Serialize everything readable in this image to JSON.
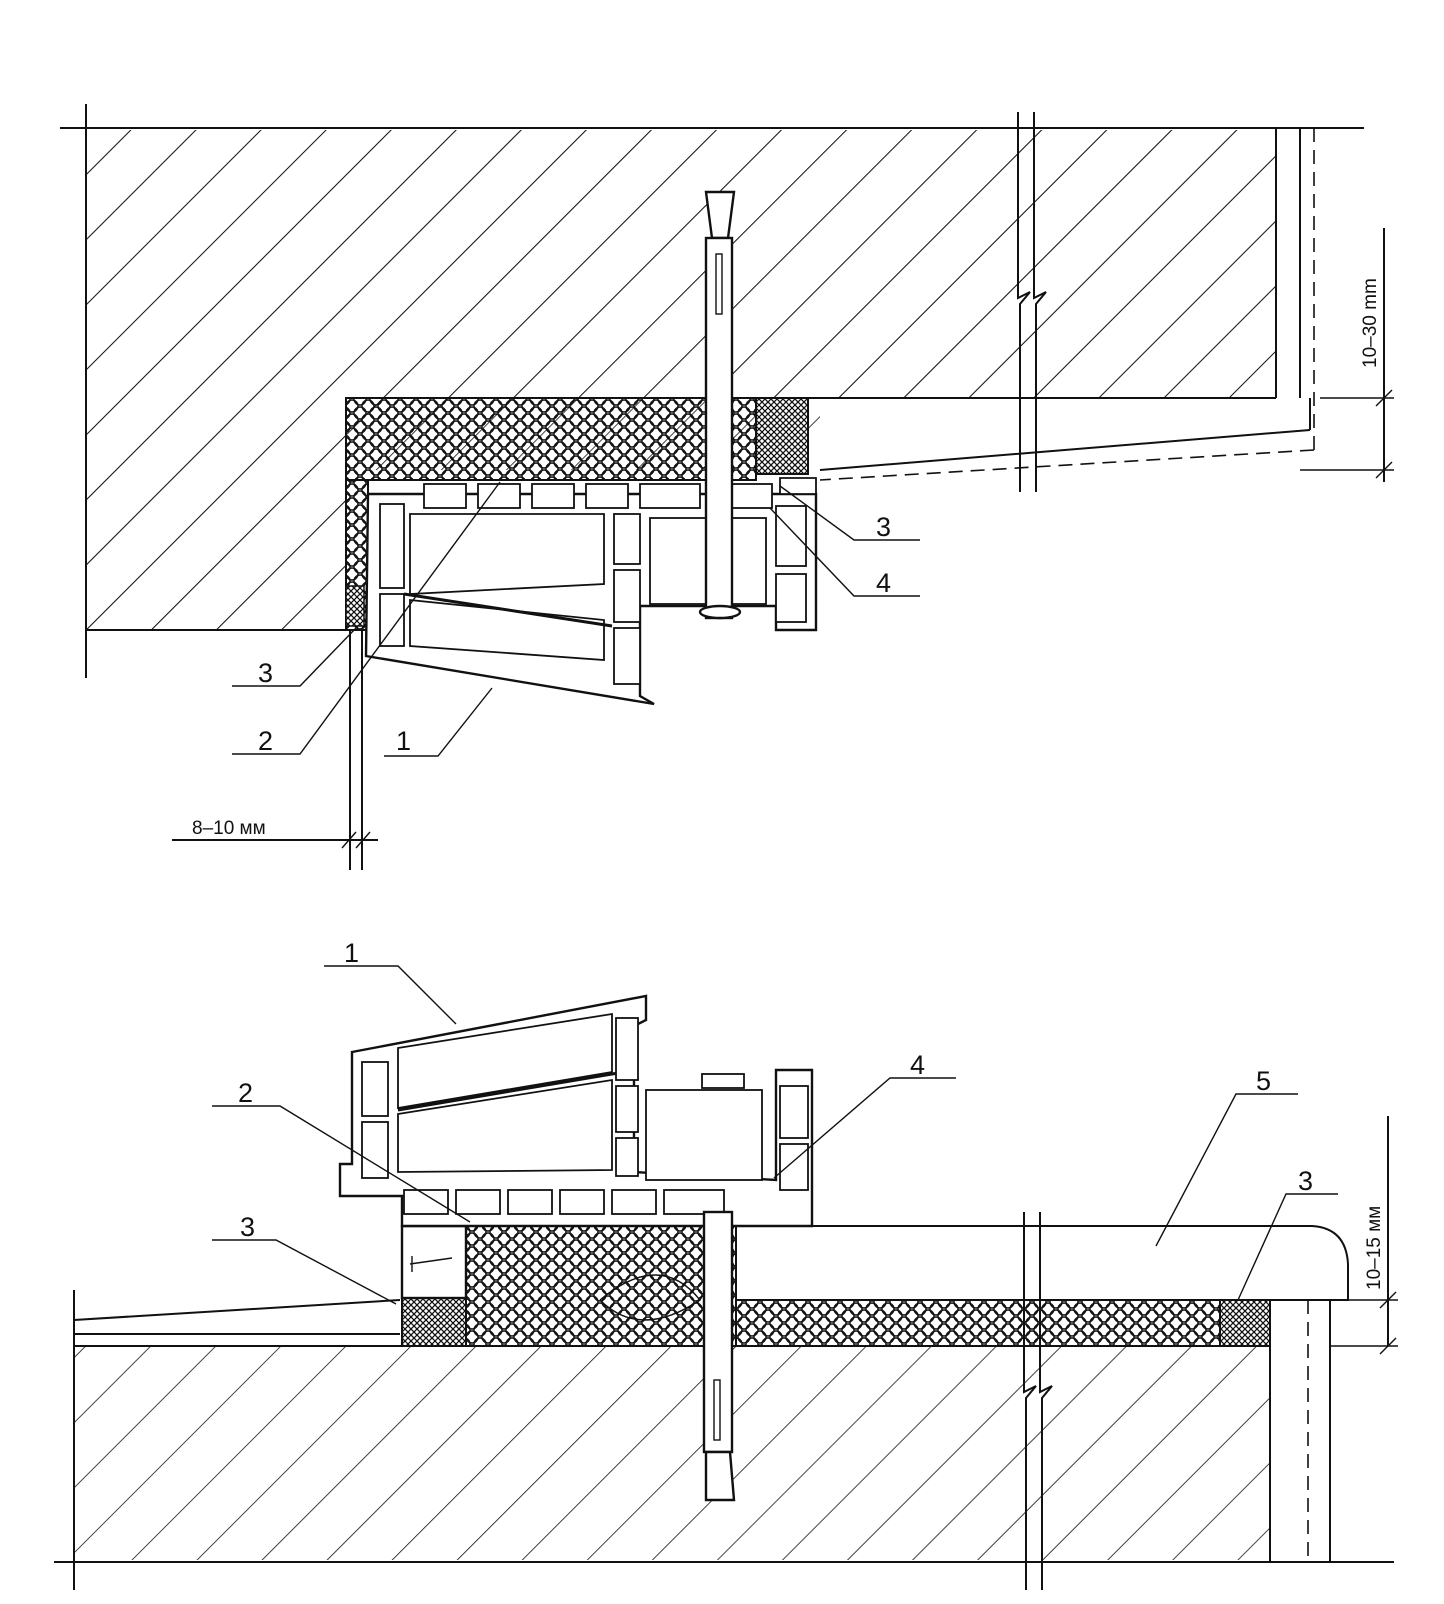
{
  "top_detail": {
    "callouts": [
      "3",
      "4",
      "3",
      "2",
      "1"
    ],
    "dim_vertical": "10–30 mm",
    "dim_horizontal": "8–10 мм"
  },
  "bottom_detail": {
    "callouts": [
      "1",
      "2",
      "4",
      "5",
      "3",
      "3"
    ],
    "dim_vertical": "10–15 мм"
  }
}
